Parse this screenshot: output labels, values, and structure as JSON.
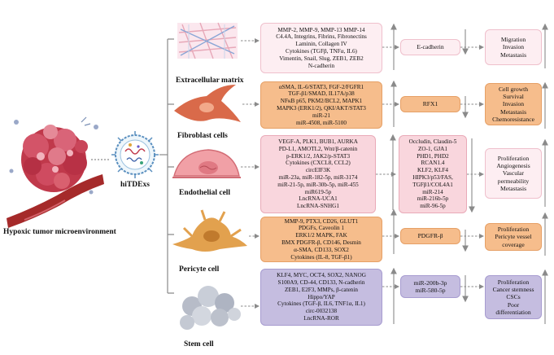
{
  "left": {
    "tumor_label": "Hypoxic tumor microenvironment",
    "exosome_label": "hiTDExs"
  },
  "rows": [
    {
      "cell": "Extracellular matrix",
      "factors": [
        "MMP-2, MMP-9, MMP-13 MMP-14",
        "C4.4A, Integrins, Fibrins, Fibronectins",
        "Laminin, Collagen IV",
        "Cytokines (TGFβ, TNFα, IL6)",
        "Vimentin, Snail, Slug, ZEB1, ZEB2",
        "N-cadherin"
      ],
      "mediators": [
        "E-cadherin"
      ],
      "outcomes": [
        "Migration",
        "Invasion",
        "Metastasis"
      ]
    },
    {
      "cell": "Fibroblast cells",
      "factors": [
        "αSMA, IL-6/STAT3, FGF-2/FGFR1",
        "TGF-β1/SMAD, IL17A/p38",
        "NFκB p65, PKM2/BCL2, MAPK1",
        "MAPK3 (ERK1/2), QKI/AKT/STAT3",
        "miR-21",
        "miR-4508, miR-5100"
      ],
      "mediators": [
        "RFX1"
      ],
      "outcomes": [
        "Cell growth",
        "Survival",
        "Invasion",
        "Metastasis",
        "Chemoresistance"
      ]
    },
    {
      "cell": "Endothelial cell",
      "factors": [
        "VEGF-A, PLK1, BUB1, AURKA",
        "PD-L1, AMOTL2, Wnt/β-catenin",
        "p-ERK1/2, JAK2/p-STAT3",
        "Cytokines (CXCL8, CCL2)",
        "circEIF3K",
        "miR-23a, miR-182-5p, miR-3174",
        "miR-21-5p, miR-30b-5p, miR-455",
        "miR619-5p",
        "LncRNA-UCA1",
        "LncRNA-SNHG1"
      ],
      "mediators": [
        "Occludin, Claudin-5",
        "ZO-1, GJA1",
        "PHD1, PHD2",
        "RCAN1.4",
        "KLF2, KLF4",
        "HIPK3/p53/FAS,",
        "TGFβ1/COL4A1",
        "miR-214",
        "miR-216b-5p",
        "miR-96-5p"
      ],
      "outcomes": [
        "Proliferation",
        "Angiogenesis",
        "Vascular",
        "permeability",
        "Metastasis"
      ]
    },
    {
      "cell": "Pericyte cell",
      "factors": [
        "MMP-9, PTX3, CD26, GLUT1",
        "PDGFs, Caveolin 1",
        "ERK1/2 MAPK, FAK",
        "BMX PDGFR-β, CD146, Desmin",
        "α-SMA, CD133, SOX2",
        "Cytokines (IL-8, TGF-β1)"
      ],
      "mediators": [
        "PDGFR-β"
      ],
      "outcomes": [
        "Proliferation",
        "Pericyte vessel",
        "coverage"
      ]
    },
    {
      "cell": "Stem cell",
      "factors": [
        "KLF4, MYC, OCT4, SOX2, NANOG",
        "S100A9, CD-44, CD133, N-cadherin",
        "ZEB1, E2F3, MMPs, β-catenin",
        "Hippo/YAP",
        "Cytokines (TGF-β, IL6, TNF1α, IL1)",
        "circ-0032138",
        "LncRNA-ROR"
      ],
      "mediators": [
        "miR-200b-3p",
        "miR-580-5p"
      ],
      "outcomes": [
        "Proliferation",
        "Cancer stemness",
        "CSCs",
        "Poor",
        "differentiation"
      ]
    }
  ],
  "colors": {
    "pink_box": "#fdeef2",
    "salmon_box": "#f9d6dd",
    "orange_box": "#f6bd8c",
    "purple_box": "#c5bde0",
    "arrow_gray": "#8a8a8a",
    "tumor_red": "#c0394b",
    "vessel_red": "#a52a2a"
  }
}
